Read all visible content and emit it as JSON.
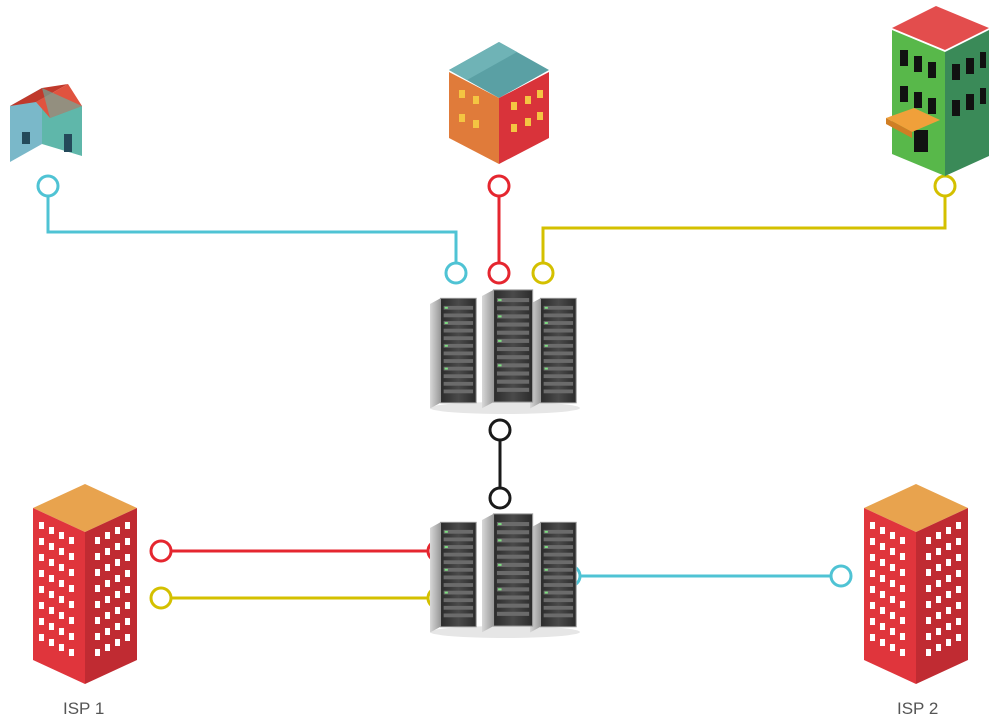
{
  "diagram": {
    "nodes": {
      "house_small": {
        "label": "",
        "icon": "house-icon"
      },
      "house_townhouse": {
        "label": "",
        "icon": "townhouse-icon"
      },
      "office_building": {
        "label": "",
        "icon": "office-building-icon"
      },
      "server_top": {
        "label": "",
        "icon": "server-rack-icon"
      },
      "server_bottom": {
        "label": "",
        "icon": "server-rack-icon"
      },
      "isp1": {
        "label": "ISP 1",
        "icon": "building-icon"
      },
      "isp2": {
        "label": "ISP 2",
        "icon": "building-icon"
      }
    },
    "connections": [
      {
        "from": "house_small",
        "to": "server_top",
        "color": "#4fc3d4"
      },
      {
        "from": "house_townhouse",
        "to": "server_top",
        "color": "#e5262f"
      },
      {
        "from": "office_building",
        "to": "server_top",
        "color": "#d4c000"
      },
      {
        "from": "server_top",
        "to": "server_bottom",
        "color": "#1a1a1a"
      },
      {
        "from": "isp1",
        "to": "server_bottom",
        "color": "#e5262f"
      },
      {
        "from": "isp1",
        "to": "server_bottom",
        "color": "#d4c000"
      },
      {
        "from": "server_bottom",
        "to": "isp2",
        "color": "#4fc3d4"
      }
    ],
    "colors": {
      "cyan": "#4fc3d4",
      "red": "#e5262f",
      "yellow": "#d4c000",
      "black": "#1a1a1a",
      "isp_building_red": "#e0353c",
      "isp_roof": "#e8a34e"
    }
  }
}
